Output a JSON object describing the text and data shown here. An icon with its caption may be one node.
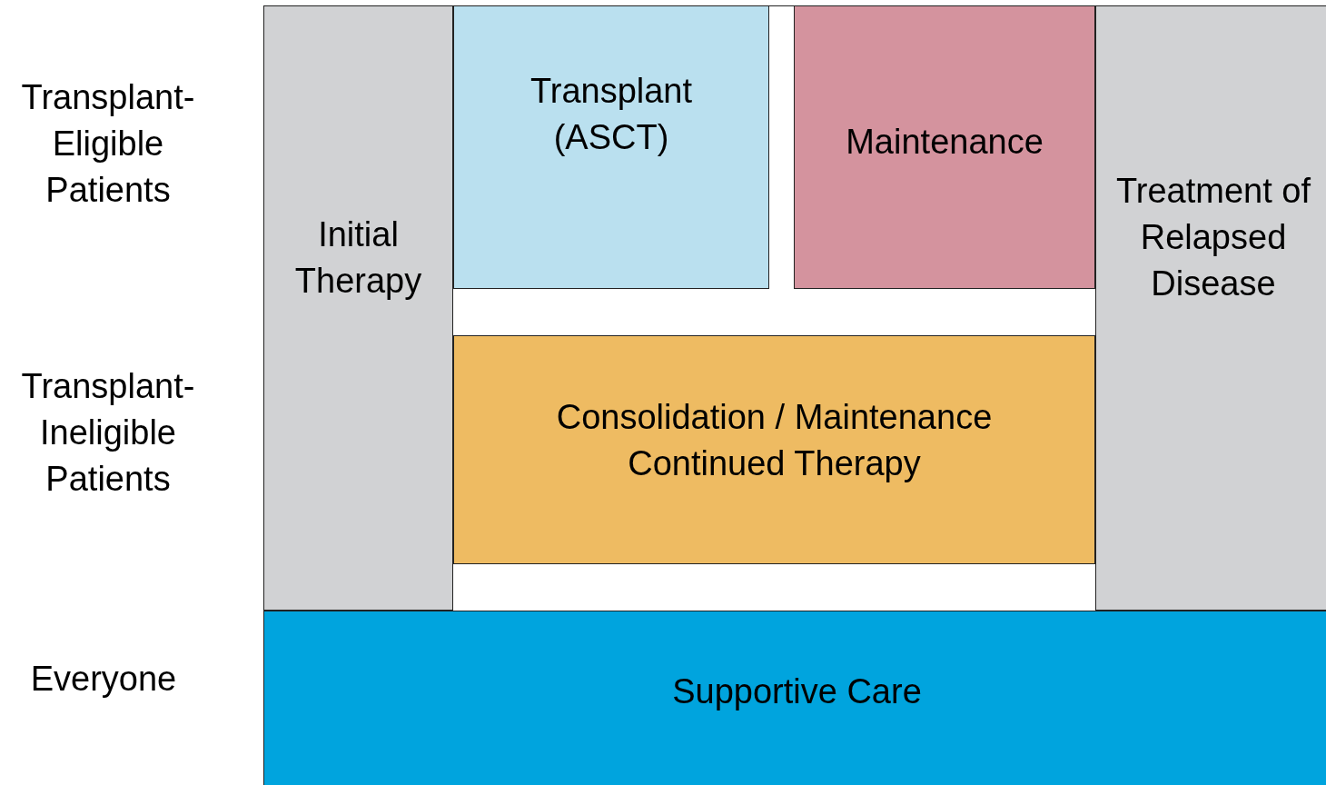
{
  "diagram": {
    "nodes": [
      {
        "text": [
          "Transplant (ASCT)"
        ]
      },
      {
        "text": [
          "Maintenance"
        ]
      },
      {
        "text": [
          "Initial Therapy"
        ]
      },
      {
        "text": [
          "Treatment of Relapsed Disease"
        ]
      },
      {
        "text": [
          "Consolidation / Maintenance Continued Therapy"
        ]
      },
      {
        "text": [
          "Supportive Care"
        ]
      }
    ],
    "edges": [],
    "labels": [
      "Transplant-Eligible Patients",
      "Transplant-Ineligible Patients",
      "Everyone"
    ]
  }
}
